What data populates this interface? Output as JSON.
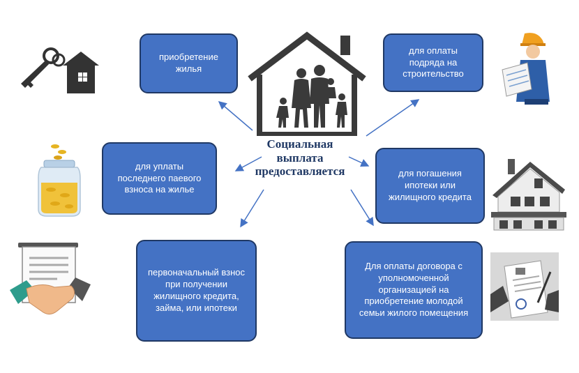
{
  "center": {
    "line1": "Социальная",
    "line2": "выплата",
    "line3": "предоставляется"
  },
  "boxes": {
    "purchase": "приобретение жилья",
    "contract": "для оплаты подряда на строительство",
    "share": "для уплаты последнего паевого взноса на жилье",
    "mortgage": "для погашения ипотеки или жилищного кредита",
    "down_payment": "первоначальный взнос при получении жилищного кредита, займа, или ипотеки",
    "agreement": "Для оплаты договора с уполномоченной организацией на приобретение молодой семьи жилого помещения"
  },
  "colors": {
    "box_fill": "#4472c4",
    "box_border": "#1f3864",
    "arrow": "#4472c4",
    "title": "#1f3864"
  },
  "icons": [
    "house-family-icon",
    "keys-house-icon",
    "engineer-icon",
    "coin-jar-icon",
    "cottage-icon",
    "handshake-document-icon",
    "signing-contract-icon"
  ]
}
